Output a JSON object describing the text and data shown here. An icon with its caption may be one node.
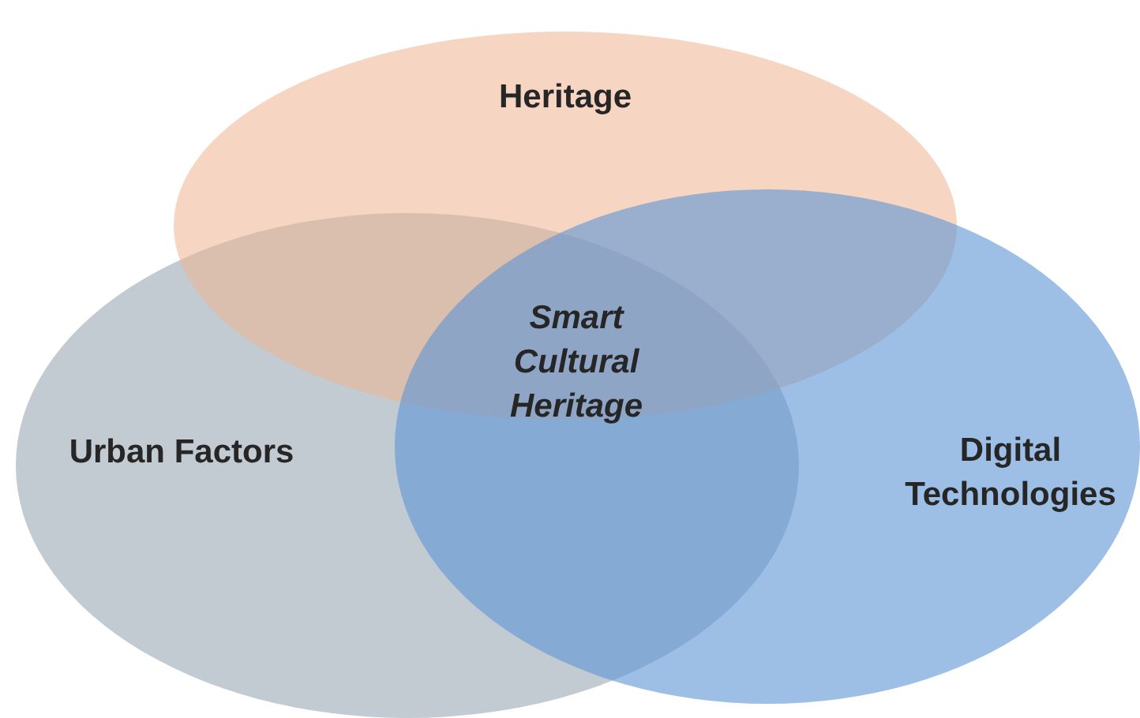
{
  "diagram": {
    "nodes": [
      {
        "text": [
          "Heritage"
        ]
      },
      {
        "text": [
          "Urban Factors"
        ]
      },
      {
        "text": [
          "Digital Technologies"
        ]
      }
    ],
    "labels": [
      "Smart Cultural Heritage"
    ]
  }
}
